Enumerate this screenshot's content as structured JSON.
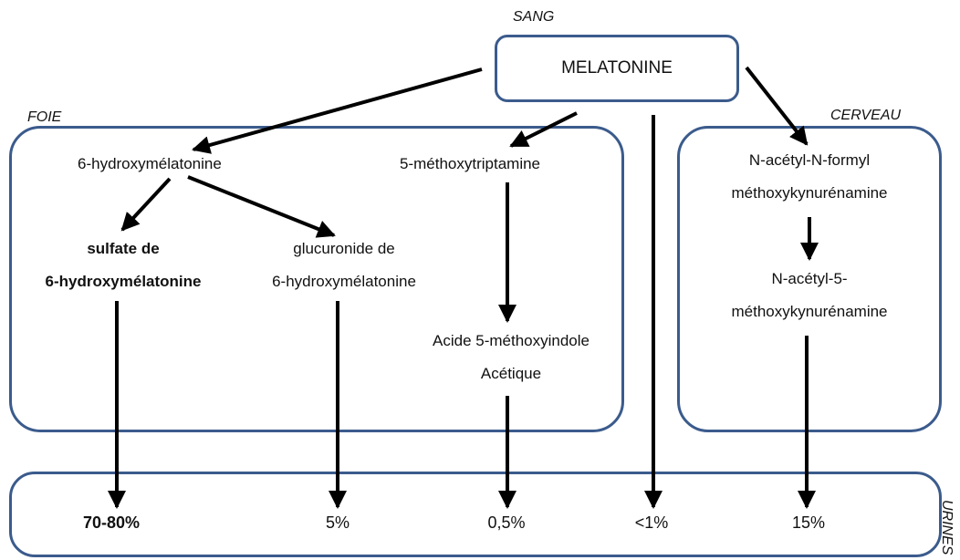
{
  "regions": {
    "sang": "SANG",
    "foie": "FOIE",
    "cerveau": "CERVEAU",
    "urines": "URINES"
  },
  "nodes": {
    "melatonine": "MELATONINE",
    "hydroxy": "6-hydroxymélatonine",
    "methoxytriptamine": "5-méthoxytriptamine",
    "sulfate_l1": "sulfate de",
    "sulfate_l2": "6-hydroxymélatonine",
    "glucuronide_l1": "glucuronide de",
    "glucuronide_l2": "6-hydroxymélatonine",
    "acide_l1": "Acide 5-méthoxyindole",
    "acide_l2": "Acétique",
    "afmk_l1": "N-acétyl-N-formyl",
    "afmk_l2": "méthoxykynurénamine",
    "amk_l1": "N-acétyl-5-",
    "amk_l2": "méthoxykynurénamine"
  },
  "percentages": {
    "sulfate": "70-80%",
    "glucuronide": "5%",
    "acide": "0,5%",
    "direct": "<1%",
    "cerveau": "15%"
  },
  "colors": {
    "box_border": "#3b5b8c",
    "arrow": "#000000"
  }
}
